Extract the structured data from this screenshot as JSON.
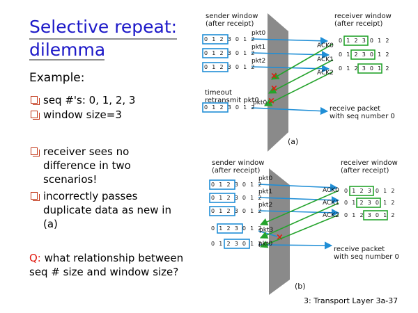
{
  "title": {
    "line1": "Selective repeat:",
    "line2": "dilemma"
  },
  "example_label": "Example:",
  "bullets_top": [
    "seq #'s: 0, 1, 2, 3",
    "window size=3"
  ],
  "bullets_bottom": [
    "receiver sees no difference in two scenarios!",
    "incorrectly passes duplicate data as new in (a)"
  ],
  "question": {
    "label": "Q:",
    "text": "what relationship between seq # size and window size?"
  },
  "footer": "3: Transport Layer   3a-37",
  "colors": {
    "title": "#1c18c8",
    "packet_arrow": "#1f8ed6",
    "ack_arrow": "#24a32c",
    "lost_mark": "#e01a10",
    "sender_window": "#1f8ed6",
    "receiver_window": "#24a32c",
    "question_label": "#e01a10"
  },
  "scenario_a": {
    "caption": "(a)",
    "sender_header_1": "sender window",
    "sender_header_2": "(after receipt)",
    "receiver_header_1": "receiver window",
    "receiver_header_2": "(after receipt)",
    "sender_rows": [
      "0 1 2 3 0 1 2",
      "0 1 2 3 0 1 2",
      "0 1 2 3 0 1 2"
    ],
    "receiver_rows": [
      "0 1 2 3 0 1 2",
      "0 1 2 3 0 1 2",
      "0 1 2 3 0 1 2"
    ],
    "packets": [
      "pkt0",
      "pkt1",
      "pkt2"
    ],
    "acks": [
      "ACK0",
      "ACK1",
      "ACK2"
    ],
    "timeout_1": "timeout",
    "timeout_2": "retransmit pkt0",
    "retransmit_row": "0 1 2 3 0 1 2",
    "retransmit_packet": "pkt0",
    "receive_1": "receive packet",
    "receive_2": "with seq number 0"
  },
  "scenario_b": {
    "caption": "(b)",
    "sender_header_1": "sender window",
    "sender_header_2": "(after receipt)",
    "receiver_header_1": "receiver window",
    "receiver_header_2": "(after receipt)",
    "sender_rows": [
      "0 1 2 3 0 1 2",
      "0 1 2 3 0 1 2",
      "0 1 2 3 0 1 2"
    ],
    "receiver_rows": [
      "0 1 2 3 0 1 2",
      "0 1 2 3 0 1 2",
      "0 1 2 3 0 1 2"
    ],
    "packets": [
      "pkt0",
      "pkt1",
      "pkt2"
    ],
    "acks": [
      "ACK0",
      "ACK1",
      "ACK2"
    ],
    "later_rows": [
      "0 1 2 3 0 1 2",
      "0 1 2 3 0 1 2"
    ],
    "later_packets": [
      "pkt3",
      "pkt0"
    ],
    "receive_1": "receive packet",
    "receive_2": "with seq number 0"
  }
}
